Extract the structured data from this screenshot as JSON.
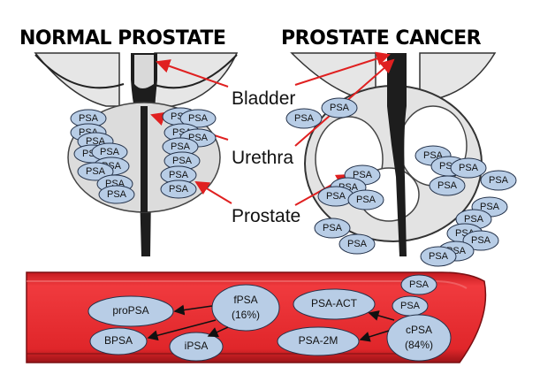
{
  "titles": {
    "left": "NORMAL PROSTATE",
    "right": "PROSTATE CANCER"
  },
  "labels": {
    "bladder": "Bladder",
    "urethra": "Urethra",
    "prostate": "Prostate"
  },
  "psa_label": "PSA",
  "molecules": {
    "propsa": "proPSA",
    "fpsa_name": "fPSA",
    "fpsa_pct": "(16%)",
    "bpsa": "BPSA",
    "ipsa": "iPSA",
    "psa_act": "PSA-ACT",
    "psa_2m": "PSA-2M",
    "cpsa_name": "cPSA",
    "cpsa_pct": "(84%)",
    "psa": "PSA"
  },
  "colors": {
    "arrow": "#e02020",
    "vessel": "#e0262a",
    "vessel_dark": "#a3161b",
    "psa_fill": "#b8cde6"
  }
}
